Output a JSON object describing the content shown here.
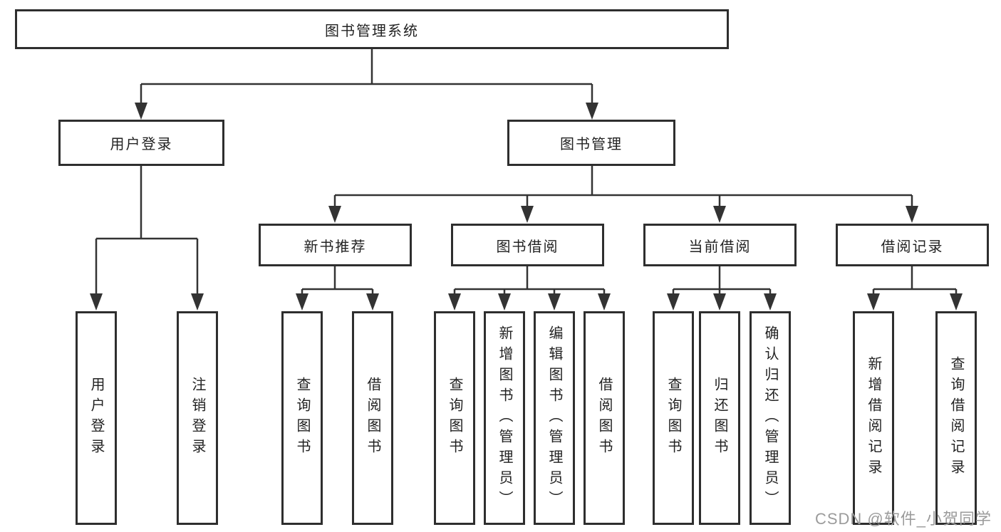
{
  "diagram": {
    "root": {
      "label": "图书管理系统"
    },
    "branches": [
      {
        "label": "用户登录",
        "children": [
          {
            "label": "用户登录"
          },
          {
            "label": "注销登录"
          }
        ]
      },
      {
        "label": "图书管理",
        "children": [
          {
            "label": "新书推荐",
            "children": [
              {
                "label": "查询图书"
              },
              {
                "label": "借阅图书"
              }
            ]
          },
          {
            "label": "图书借阅",
            "children": [
              {
                "label": "查询图书"
              },
              {
                "label": "新增图书（管理员）"
              },
              {
                "label": "编辑图书（管理员）"
              },
              {
                "label": "借阅图书"
              }
            ]
          },
          {
            "label": "当前借阅",
            "children": [
              {
                "label": "查询图书"
              },
              {
                "label": "归还图书"
              },
              {
                "label": "确认归还（管理员）"
              }
            ]
          },
          {
            "label": "借阅记录",
            "children": [
              {
                "label": "新增借阅记录"
              },
              {
                "label": "查询借阅记录"
              }
            ]
          }
        ]
      }
    ]
  },
  "watermark": {
    "text": "CSDN @软件_小贺同学"
  },
  "colors": {
    "line": "#333333",
    "box_border": "#2e2e2e",
    "text": "#222222",
    "watermark": "#9b9b9b",
    "background": "#ffffff"
  }
}
